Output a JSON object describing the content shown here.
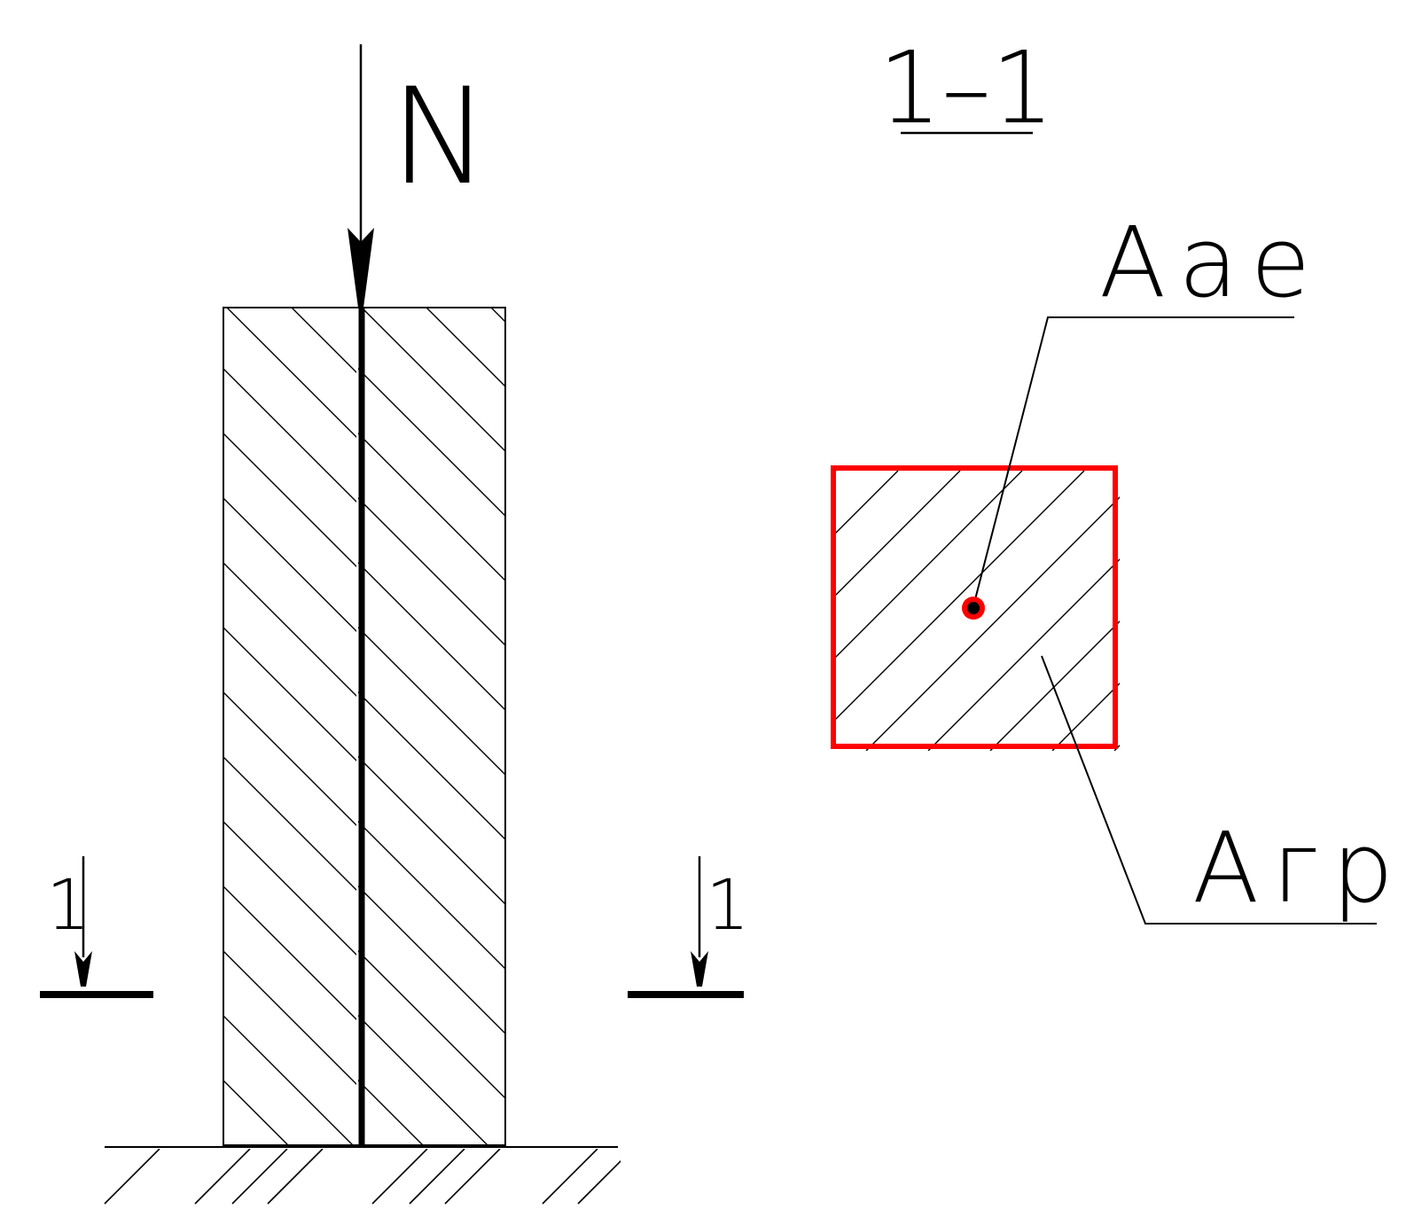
{
  "labels": {
    "force": "N",
    "section_title": "1–1",
    "section_mark_left": "1",
    "section_mark_right": "1",
    "local_area": "Aаe",
    "design_area": "Aгp"
  },
  "colors": {
    "line": "#000000",
    "section_outline": "#ff0000",
    "load_point_ring": "#ff0000",
    "load_point_core": "#000000"
  }
}
